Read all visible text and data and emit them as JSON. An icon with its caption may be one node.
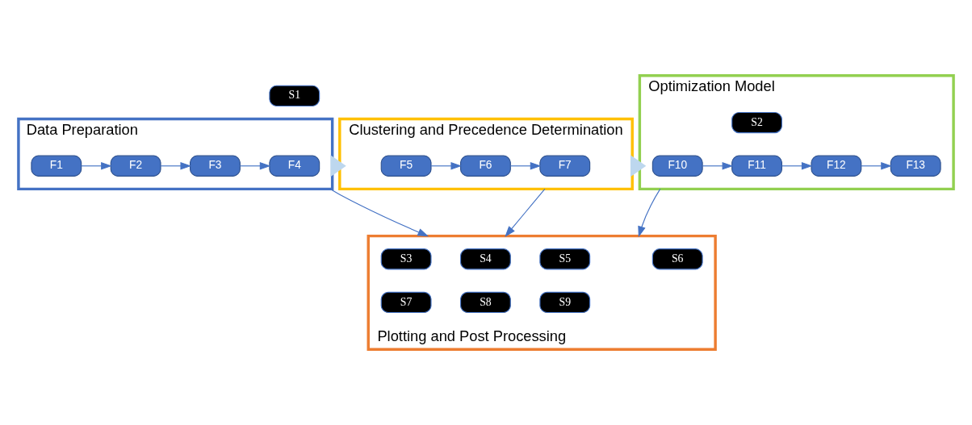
{
  "diagram": {
    "nodes": [
      {
        "text": [
          "Data Preparation"
        ]
      },
      {
        "text": [
          "F1"
        ],
        "in": 0
      },
      {
        "text": [
          "F2"
        ],
        "in": 0
      },
      {
        "text": [
          "F3"
        ],
        "in": 0
      },
      {
        "text": [
          "F4"
        ],
        "in": 0
      },
      {
        "text": [
          "S1"
        ]
      },
      {
        "text": [
          "Clustering and Precedence Determination"
        ]
      },
      {
        "text": [
          "F5"
        ],
        "in": 6
      },
      {
        "text": [
          "F6"
        ],
        "in": 6
      },
      {
        "text": [
          "F7"
        ],
        "in": 6
      },
      {
        "text": [
          "Optimization Model"
        ]
      },
      {
        "text": [
          "S2"
        ],
        "in": 10
      },
      {
        "text": [
          "F10"
        ],
        "in": 10
      },
      {
        "text": [
          "F11"
        ],
        "in": 10
      },
      {
        "text": [
          "F12"
        ],
        "in": 10
      },
      {
        "text": [
          "F13"
        ],
        "in": 10
      },
      {
        "text": [
          "Plotting and Post Processing"
        ]
      },
      {
        "text": [
          "S3"
        ],
        "in": 16
      },
      {
        "text": [
          "S4"
        ],
        "in": 16
      },
      {
        "text": [
          "S5"
        ],
        "in": 16
      },
      {
        "text": [
          "S6"
        ],
        "in": 16
      },
      {
        "text": [
          "S7"
        ],
        "in": 16
      },
      {
        "text": [
          "S8"
        ],
        "in": 16
      },
      {
        "text": [
          "S9"
        ],
        "in": 16
      }
    ],
    "edges": [
      {
        "from": 1,
        "to": 2,
        "arrow": "to"
      },
      {
        "from": 2,
        "to": 3,
        "arrow": "to"
      },
      {
        "from": 3,
        "to": 4,
        "arrow": "to"
      },
      {
        "from": 0,
        "to": 6,
        "arrow": "to",
        "style": "thick",
        "color": "#bdd7ee"
      },
      {
        "from": 7,
        "to": 8,
        "arrow": "to"
      },
      {
        "from": 8,
        "to": 9,
        "arrow": "to"
      },
      {
        "from": 6,
        "to": 10,
        "arrow": "to",
        "style": "thick",
        "color": "#bdd7ee"
      },
      {
        "from": 12,
        "to": 13,
        "arrow": "to"
      },
      {
        "from": 13,
        "to": 14,
        "arrow": "to"
      },
      {
        "from": 14,
        "to": 15,
        "arrow": "to"
      },
      {
        "from": 0,
        "to": 16,
        "arrow": "to"
      },
      {
        "from": 6,
        "to": 16,
        "arrow": "to"
      },
      {
        "from": 10,
        "to": 16,
        "arrow": "to"
      }
    ]
  }
}
